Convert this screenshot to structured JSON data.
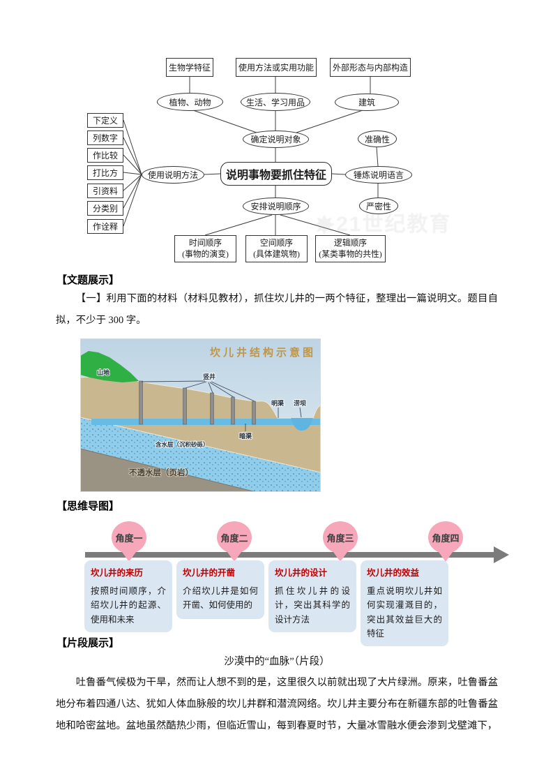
{
  "concept_map": {
    "top_boxes": [
      "生物学特征",
      "使用方法或实用功能",
      "外部形态与内部构造"
    ],
    "category_ellipses": [
      "植物、动物",
      "生活、学习用品",
      "建筑"
    ],
    "determine_object": "确定说明对象",
    "methods": [
      "下定义",
      "列数字",
      "作比较",
      "打比方",
      "引资料",
      "分类别",
      "作诠释"
    ],
    "use_methods": "使用说明方法",
    "center": "说明事物要抓住特征",
    "refine_language": "锤炼说明语言",
    "accuracy": "准确性",
    "rigor": "严密性",
    "arrange_order": "安排说明顺序",
    "order_boxes": [
      {
        "line1": "时间顺序",
        "line2": "(事物的演变)"
      },
      {
        "line1": "空间顺序",
        "line2": "(具体建筑物)"
      },
      {
        "line1": "逻辑顺序",
        "line2": "(某类事物的共性)"
      }
    ]
  },
  "sections": {
    "prompt_header": "【文题展示】",
    "prompt_body": "【一】利用下面的材料（材料见教材），抓住坎儿井的一两个特征，整理出一篇说明文。题目自拟，不少于 300 字。",
    "mindmap_header": "【思维导图】",
    "fragment_header": "【片段展示】",
    "fragment_title": "沙漠中的“血脉”（片段）",
    "fragment_body": "吐鲁番气候极为干旱，然而让人想不到的是，这里很久以前就出现了大片绿洲。原来，吐鲁番盆地分布着四通八达、犹如人体血脉般的坎儿井群和潜流网络。坎儿井主要分布在新疆东部的吐鲁番盆地和哈密盆地。盆地虽然酷热少雨，但临近雪山，每到春夏时节，大量冰雪融水便会渗到戈壁滩下，"
  },
  "karez": {
    "title": "坎儿井结构示意图",
    "labels": {
      "mountain": "山地",
      "wells": "竖井",
      "open_channel": "明渠",
      "reservoir": "涝坝",
      "underground": "暗渠",
      "aquifer": "含水层（沉积砂砾）",
      "impermeable": "不透水层（页岩）"
    }
  },
  "mindmap": {
    "pins": [
      "角度一",
      "角度二",
      "角度三",
      "角度四"
    ],
    "cards": [
      {
        "title": "坎儿井的来历",
        "body": "按照时间顺序，介绍坎儿井的起源、使用和未来"
      },
      {
        "title": "坎儿井的开凿",
        "body": "介绍坎儿井是如何开凿、如何使用的"
      },
      {
        "title": "坎儿井的设计",
        "body": "抓住坎儿井的设计，突出其科学的设计方法"
      },
      {
        "title": "坎儿井的效益",
        "body": "重点说明坎儿井如何实现灌溉目的，突出其效益巨大的特征"
      }
    ]
  },
  "watermark": {
    "text": "21世纪教育"
  },
  "colors": {
    "card_bg": "#dbe6f3",
    "card_title_red": "#be0000",
    "pin_pink": "#f7a7ba",
    "arrow_gray": "#7b7b7b",
    "karez_title_tan": "#bf9647"
  }
}
